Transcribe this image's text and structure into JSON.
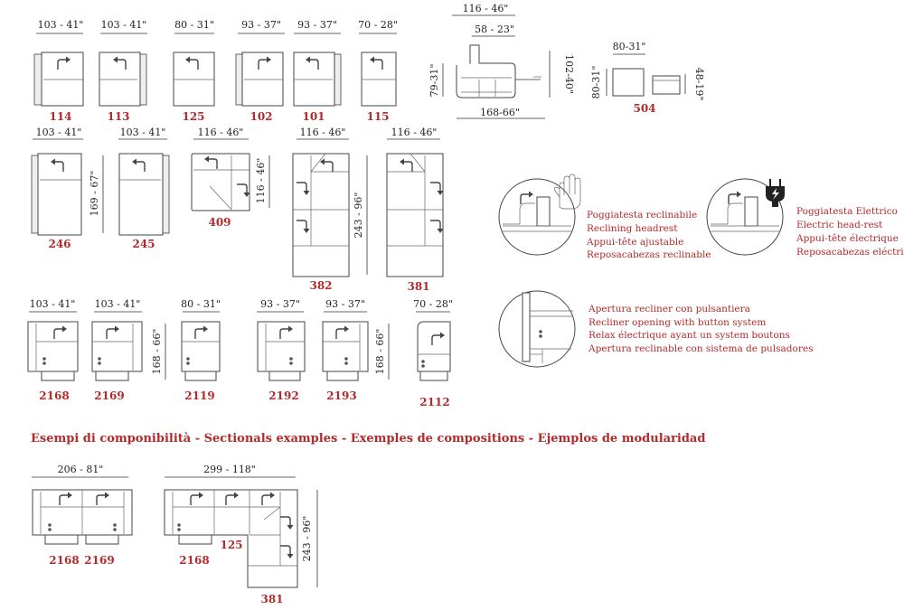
{
  "row1": {
    "dims": [
      "103 - 41\"",
      "103 - 41\"",
      "80 - 31\"",
      "93 - 37\"",
      "93 - 37\"",
      "70 - 28\""
    ],
    "codes": [
      "114",
      "113",
      "125",
      "102",
      "101",
      "115"
    ]
  },
  "side": {
    "width_total": "116 - 46\"",
    "width_seat": "58 - 23\"",
    "height": "79-31\"",
    "height_open": "102-40\"",
    "depth_open": "168-66\""
  },
  "pouf": {
    "width": "80-31\"",
    "depth": "80-31\"",
    "height": "48-19\"",
    "code": "504"
  },
  "row2": {
    "dims": [
      "103 - 41\"",
      "103 - 41\"",
      "116 - 46\"",
      "116 - 46\"",
      "116 - 46\""
    ],
    "depth_left": "169 - 67\"",
    "depth_corner": "116 - 46\"",
    "depth_chaise": "243 - 96\"",
    "codes": [
      "246",
      "245",
      "409",
      "382",
      "381"
    ]
  },
  "legend": {
    "headrest": [
      "Poggiatesta reclinabile",
      "Reclining headrest",
      "Appui-tête ajustable",
      "Reposacabezas reclinable"
    ],
    "electric": [
      "Poggiatesta Elettrico",
      "Electric  head-rest",
      "Appui-tête  électrique",
      "Reposacabezas eléctrico"
    ],
    "recliner": [
      "Apertura recliner con pulsantiera",
      "Recliner opening with button system",
      "Relax électrique ayant un system boutons",
      "Apertura reclinable con sistema de pulsadores"
    ]
  },
  "row3": {
    "dims": [
      "103 - 41\"",
      "103 - 41\"",
      "80 - 31\"",
      "93 - 37\"",
      "93 - 37\"",
      "70 - 28\""
    ],
    "depth_a": "168 - 66\"",
    "depth_b": "168 - 66\"",
    "codes": [
      "2168",
      "2169",
      "2119",
      "2192",
      "2193",
      "2112"
    ]
  },
  "examples": {
    "heading": "Esempi di componibilità  -  Sectionals examples - Exemples de compositions - Ejemplos de modularidad",
    "ex1_width": "206 - 81\"",
    "ex1_codes": [
      "2168",
      "2169"
    ],
    "ex2_width": "299 - 118\"",
    "ex2_depth": "243 - 96\"",
    "ex2_codes": [
      "2168",
      "125",
      "381"
    ]
  }
}
